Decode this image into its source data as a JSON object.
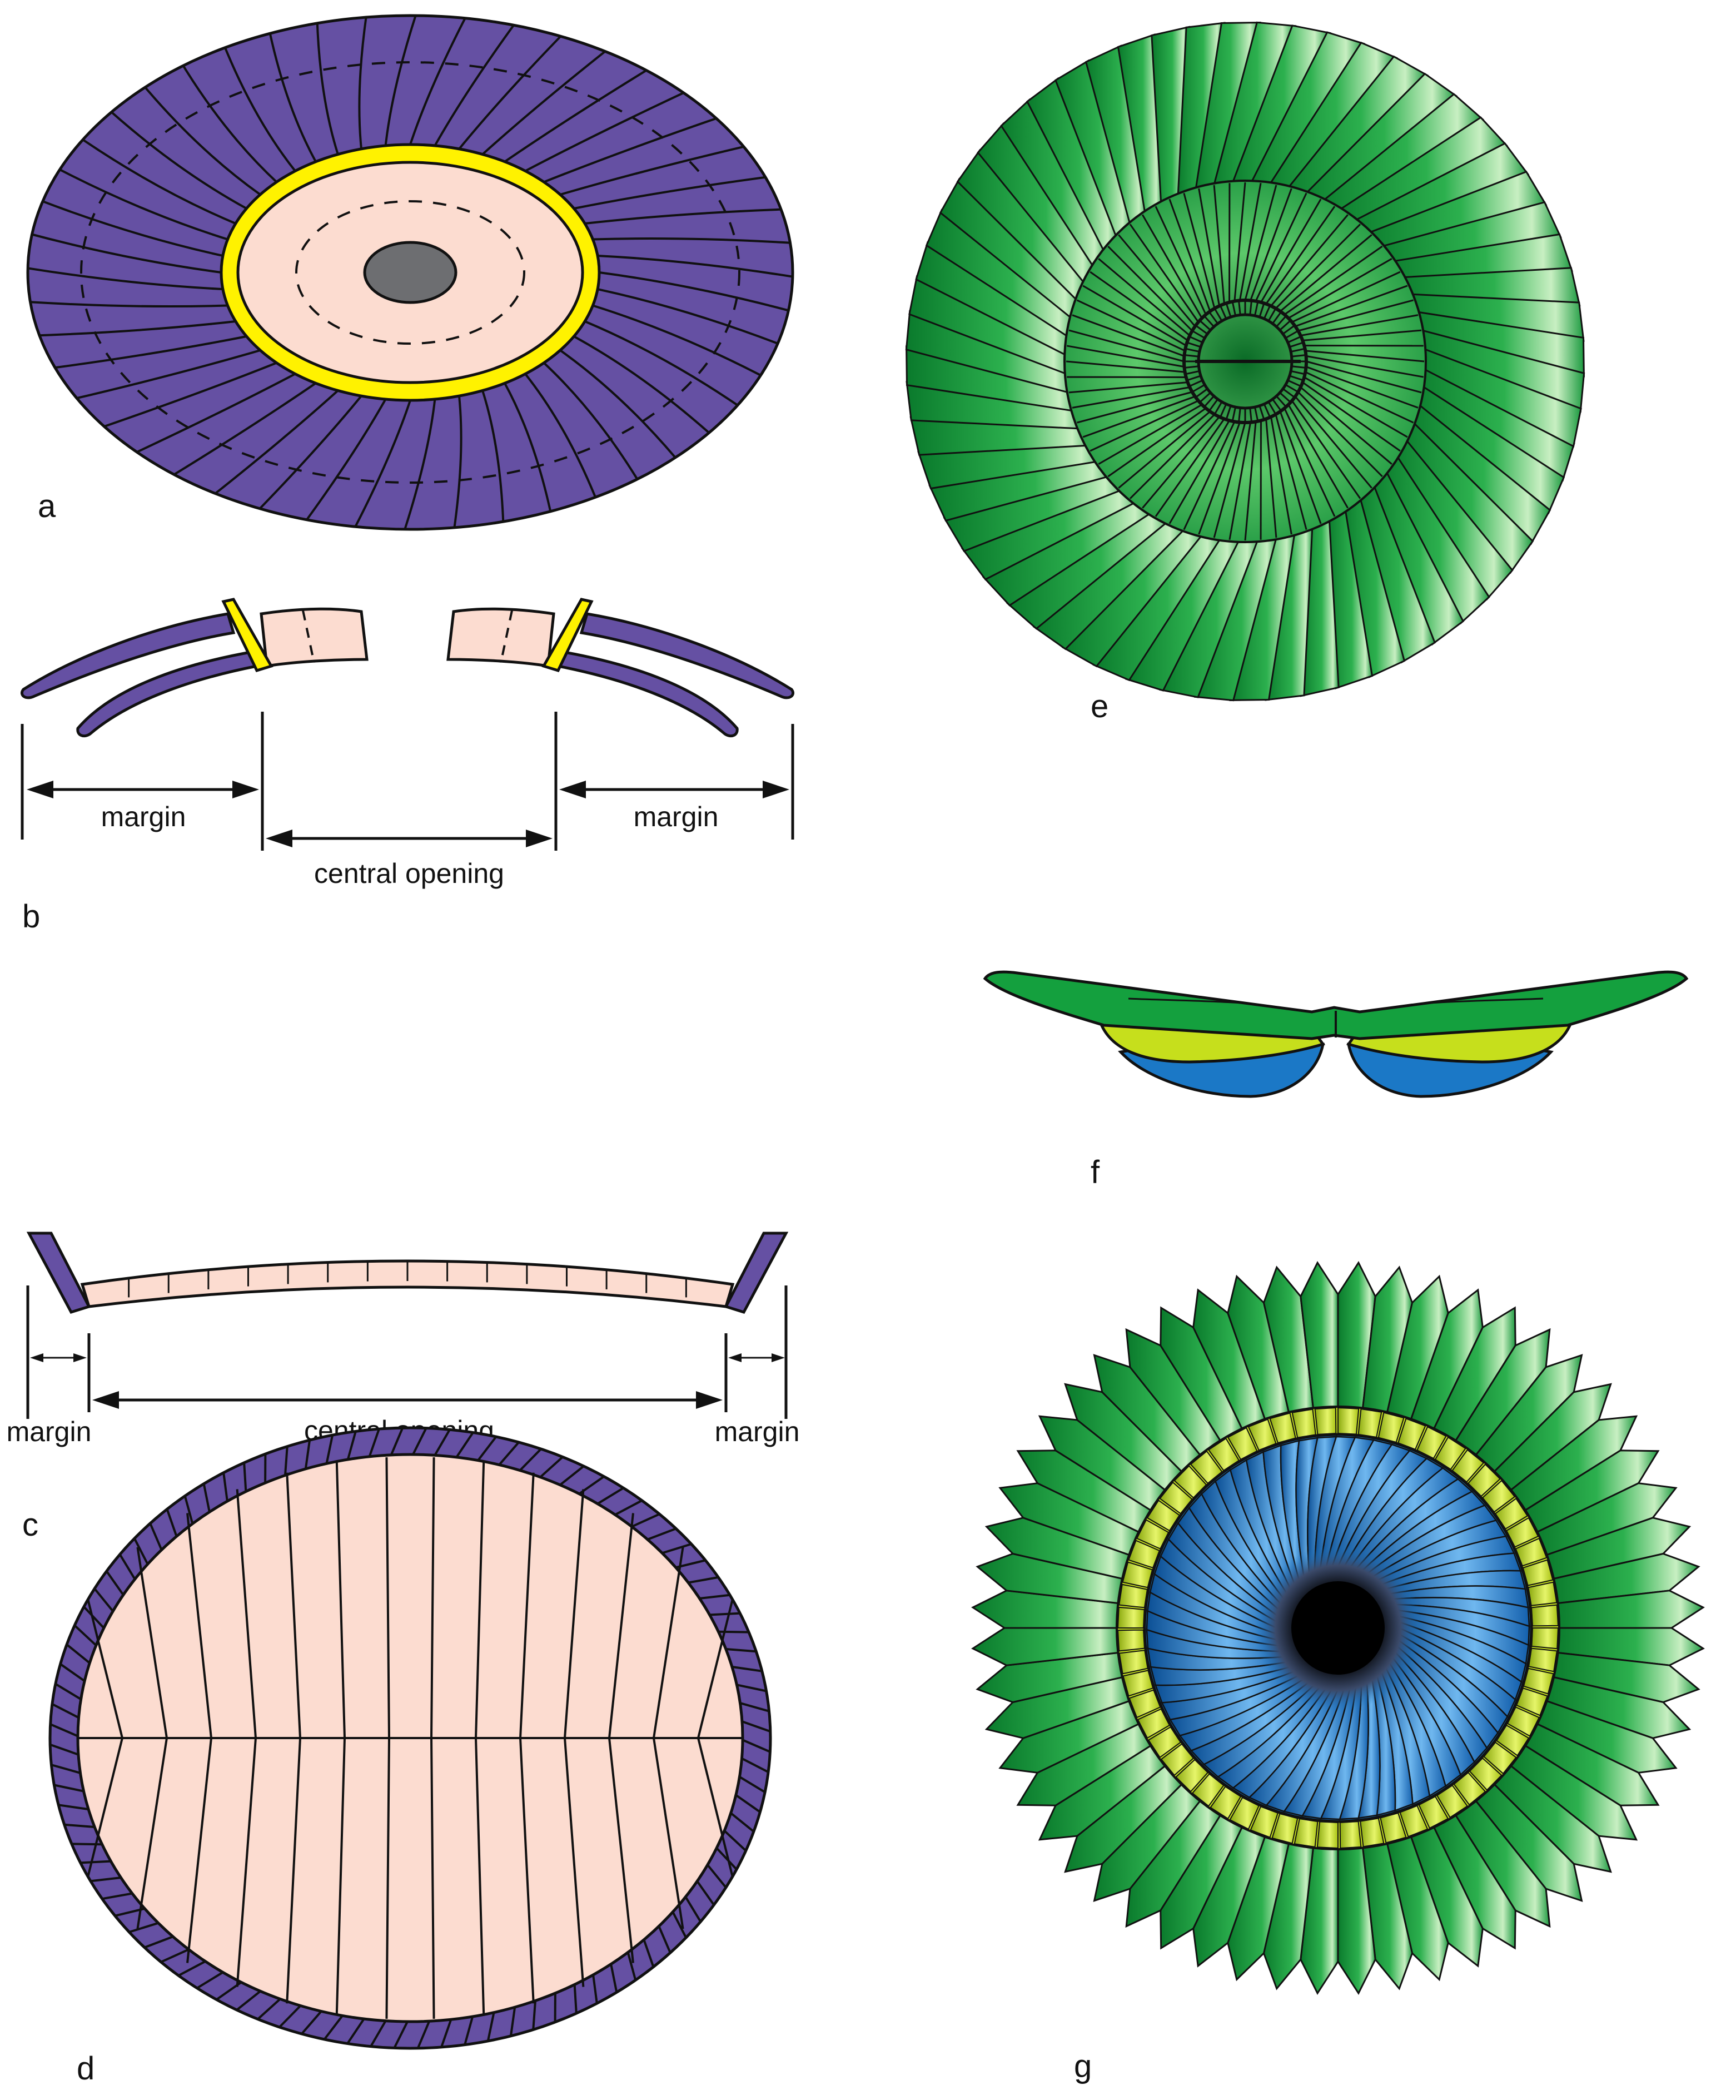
{
  "panels": {
    "a": {
      "letter": "a"
    },
    "b": {
      "letter": "b",
      "label_margin_left": "margin",
      "label_margin_right": "margin",
      "label_central": "central opening"
    },
    "c": {
      "letter": "c",
      "label_margin_left": "margin",
      "label_margin_right": "margin",
      "label_central": "central opening"
    },
    "d": {
      "letter": "d"
    },
    "e": {
      "letter": "e"
    },
    "f": {
      "letter": "f"
    },
    "g": {
      "letter": "g"
    }
  },
  "colors": {
    "purple": "#6550a3",
    "pink": "#fcdcd0",
    "yellow": "#fff200",
    "gray": "#6d6e71",
    "green_dark": "#0a8a32",
    "green_light": "#c8efc2",
    "lime": "#c6df1c",
    "blue": "#1b78c6",
    "outline": "#111111"
  }
}
